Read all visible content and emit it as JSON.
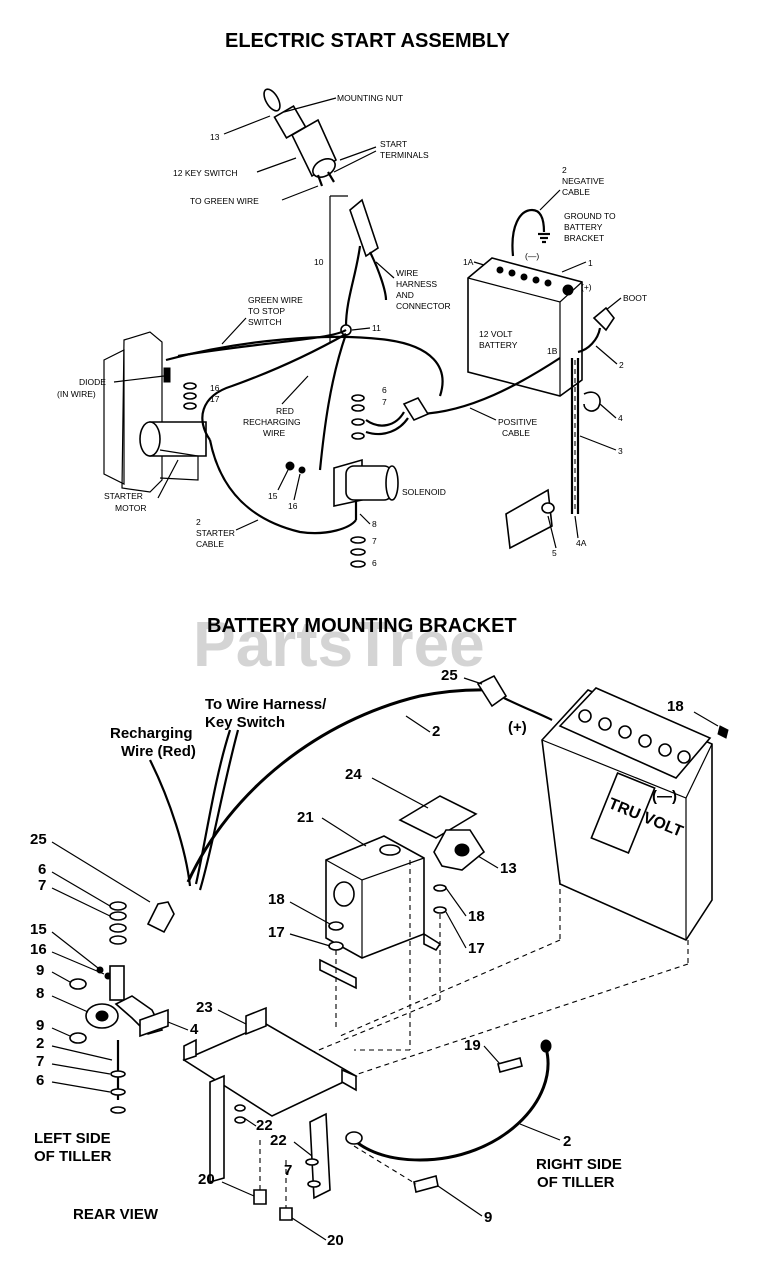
{
  "watermark": "PartsTree",
  "top": {
    "title": "ELECTRIC START ASSEMBLY",
    "labels": {
      "mounting_nut": "MOUNTING NUT",
      "n13": "13",
      "start_terminals_1": "START",
      "start_terminals_2": "TERMINALS",
      "key_switch": "12 KEY SWITCH",
      "to_green_wire": "TO GREEN WIRE",
      "neg_cable_1": "2",
      "neg_cable_2": "NEGATIVE",
      "neg_cable_3": "CABLE",
      "ground_1": "GROUND TO",
      "ground_2": "BATTERY",
      "ground_3": "BRACKET",
      "minus": "(—)",
      "plus": "(+)",
      "n1a": "1A",
      "n1": "1",
      "boot": "BOOT",
      "n10": "10",
      "harness_1": "WIRE",
      "harness_2": "HARNESS",
      "harness_3": "AND",
      "harness_4": "CONNECTOR",
      "green_1": "GREEN WIRE",
      "green_2": "TO STOP",
      "green_3": "SWITCH",
      "n11": "11",
      "battery_1": "12 VOLT",
      "battery_2": "BATTERY",
      "n1b": "1B",
      "n2_boot": "2",
      "diode_1": "DIODE",
      "diode_2": "(IN WIRE)",
      "n16a": "16",
      "n17a": "17",
      "red_1": "RED",
      "red_2": "RECHARGING",
      "red_3": "WIRE",
      "n6a": "6",
      "n7a": "7",
      "pos_1": "POSITIVE",
      "pos_2": "CABLE",
      "n4": "4",
      "n3": "3",
      "starter_1": "STARTER",
      "starter_2": "MOTOR",
      "n15": "15",
      "n16b": "16",
      "solenoid": "SOLENOID",
      "scab_1": "2",
      "scab_2": "STARTER",
      "scab_3": "CABLE",
      "n8": "8",
      "n7b": "7",
      "n6b": "6",
      "n5": "5",
      "n4a": "4A"
    }
  },
  "bottom": {
    "title": "BATTERY MOUNTING BRACKET",
    "labels": {
      "n25a": "25",
      "n18a": "18",
      "harness_1": "To Wire Harness/",
      "harness_2": "Key Switch",
      "recharge_1": "Recharging",
      "recharge_2": "Wire (Red)",
      "n2a": "2",
      "plus": "(+)",
      "minus": "(—)",
      "n24": "24",
      "n21": "21",
      "brand": "TRU VOLT",
      "n25b": "25",
      "n6a": "6",
      "n7a": "7",
      "n13": "13",
      "n18b": "18",
      "n18c": "18",
      "n17a": "17",
      "n17b": "17",
      "n15": "15",
      "n16": "16",
      "n9a": "9",
      "n8": "8",
      "n4": "4",
      "n23": "23",
      "n19": "19",
      "n9b": "9",
      "n2b": "2",
      "n7b": "7",
      "n6b": "6",
      "left_1": "LEFT SIDE",
      "left_2": "OF TILLER",
      "n22a": "22",
      "n22b": "22",
      "n2c": "2",
      "right_1": "RIGHT SIDE",
      "right_2": "OF TILLER",
      "n20a": "20",
      "n7c": "7",
      "rear": "REAR  VIEW",
      "n9c": "9",
      "n20b": "20"
    }
  }
}
